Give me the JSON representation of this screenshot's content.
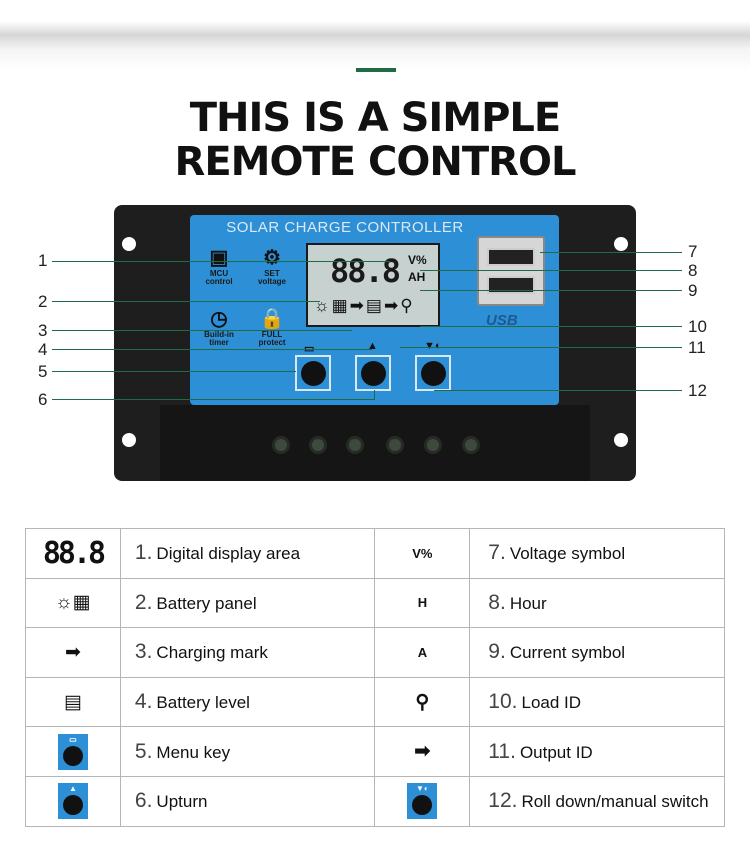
{
  "headline": {
    "line1": "THIS IS A SIMPLE",
    "line2": "REMOTE CONTROL"
  },
  "device": {
    "panel_title": "SOLAR CHARGE CONTROLLER",
    "features": [
      {
        "icon": "chip-icon",
        "glyph": "▣",
        "label_line1": "MCU",
        "label_line2": "control"
      },
      {
        "icon": "gear-icon",
        "glyph": "⚙",
        "label_line1": "SET",
        "label_line2": "voltage"
      },
      {
        "icon": "clock-icon",
        "glyph": "◷",
        "label_line1": "Build-in",
        "label_line2": "timer"
      },
      {
        "icon": "lock-icon",
        "glyph": "🔒",
        "label_line1": "FULL",
        "label_line2": "protect"
      }
    ],
    "lcd": {
      "digits": "88.8",
      "unit_top": "V%",
      "unit_bottom": "AH",
      "icons": "☼▦➡▤➡⚲"
    },
    "usb_label": "USB",
    "keys": [
      {
        "symbol": "▭"
      },
      {
        "symbol": "▲"
      },
      {
        "symbol": "▼◐"
      }
    ]
  },
  "callouts": {
    "left": [
      "1",
      "2",
      "3",
      "4",
      "5",
      "6"
    ],
    "right": [
      "7",
      "8",
      "9",
      "10",
      "11",
      "12"
    ]
  },
  "legend": {
    "rows": [
      {
        "icon_left": "88.8",
        "num_left": "1.",
        "desc_left": "Digital display area",
        "icon_right": "V%",
        "num_right": "7.",
        "desc_right": "Voltage symbol"
      },
      {
        "icon_left": "☼▦",
        "num_left": "2.",
        "desc_left": "Battery panel",
        "icon_right": "H",
        "num_right": "8.",
        "desc_right": "Hour"
      },
      {
        "icon_left": "➡",
        "num_left": "3.",
        "desc_left": "Charging mark",
        "icon_right": "A",
        "num_right": "9.",
        "desc_right": "Current symbol"
      },
      {
        "icon_left": "▤",
        "num_left": "4.",
        "desc_left": "Battery level",
        "icon_right": "⚲",
        "num_right": "10.",
        "desc_right": "Load ID"
      },
      {
        "icon_left": "▭",
        "num_left": "5.",
        "desc_left": "Menu key",
        "icon_right": "➡",
        "num_right": "11.",
        "desc_right": "Output ID"
      },
      {
        "icon_left": "▲",
        "num_left": "6.",
        "desc_left": "Upturn",
        "icon_right": "▼◐",
        "num_right": "12.",
        "desc_right": "Roll down/manual switch"
      }
    ]
  },
  "colors": {
    "accent_green": "#1f6b45",
    "panel_blue": "#2d8fd6",
    "device_black": "#1e1e1e"
  }
}
